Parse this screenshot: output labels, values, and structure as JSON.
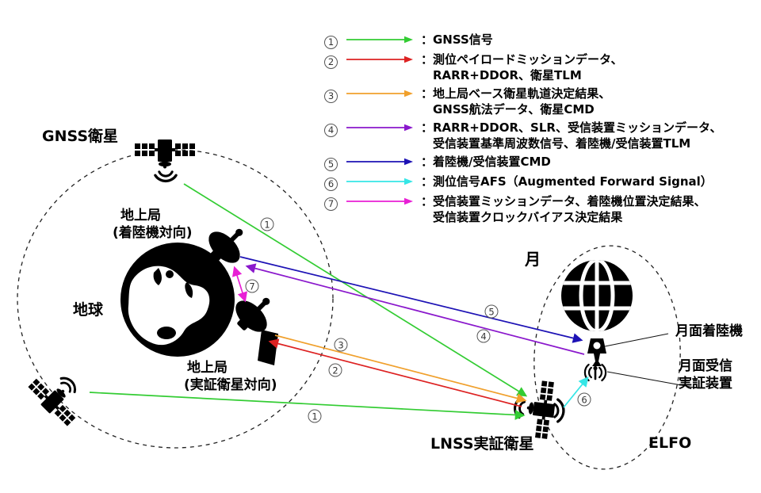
{
  "legend": {
    "items": [
      {
        "num": "1",
        "color": "#33cc33",
        "lines": [
          "：GNSS信号"
        ]
      },
      {
        "num": "2",
        "color": "#dd2222",
        "lines": [
          "：測位ペイロードミッションデータ、",
          "RARR+DDOR、衛星TLM"
        ]
      },
      {
        "num": "3",
        "color": "#f0a02c",
        "lines": [
          "：地上局ベース衛星軌道決定結果、",
          "GNSS航法データ、衛星CMD"
        ]
      },
      {
        "num": "4",
        "color": "#8a18cc",
        "lines": [
          "：RARR+DDOR、SLR、受信装置ミッションデータ、",
          "受信装置基準周波数信号、着陸機/受信装置TLM"
        ]
      },
      {
        "num": "5",
        "color": "#1d12b5",
        "lines": [
          "：着陸機/受信装置CMD"
        ]
      },
      {
        "num": "6",
        "color": "#35e6e6",
        "lines": [
          "：測位信号AFS（Augmented Forward Signal）"
        ]
      },
      {
        "num": "7",
        "color": "#e81fd5",
        "lines": [
          "：受信装置ミッションデータ、着陸機位置決定結果、",
          "受信装置クロックバイアス決定結果"
        ]
      }
    ]
  },
  "labels": {
    "gnss_satellite": "GNSS衛星",
    "ground_station_lander_line1": "地上局",
    "ground_station_lander_line2": "(着陸機対向)",
    "earth": "地球",
    "ground_station_sat_line1": "地上局",
    "ground_station_sat_line2": "(実証衛星対向)",
    "moon": "月",
    "lunar_lander": "月面着陸機",
    "lunar_receiver_line1": "月面受信",
    "lunar_receiver_line2": "実証装置",
    "lnss_satellite": "LNSS実証衛星",
    "elfo": "ELFO"
  },
  "markers": [
    {
      "num": "1"
    },
    {
      "num": "7"
    },
    {
      "num": "5"
    },
    {
      "num": "4"
    },
    {
      "num": "3"
    },
    {
      "num": "2"
    },
    {
      "num": "1"
    },
    {
      "num": "6"
    }
  ],
  "flows": [
    {
      "num": "1",
      "from": "GNSS衛星",
      "to": "LNSS実証衛星",
      "color": "#33cc33"
    },
    {
      "num": "1",
      "from": "GNSS衛星(下)",
      "to": "LNSS実証衛星",
      "color": "#33cc33"
    },
    {
      "num": "2",
      "from": "LNSS実証衛星",
      "to": "地上局(実証衛星対向)",
      "color": "#dd2222"
    },
    {
      "num": "3",
      "from": "地上局(実証衛星対向)",
      "to": "LNSS実証衛星",
      "color": "#f0a02c"
    },
    {
      "num": "4",
      "from": "月面着陸機",
      "to": "地上局(着陸機対向)",
      "color": "#8a18cc"
    },
    {
      "num": "5",
      "from": "地上局(着陸機対向)",
      "to": "月面着陸機",
      "color": "#1d12b5"
    },
    {
      "num": "6",
      "from": "LNSS実証衛星",
      "to": "月面受信実証装置",
      "color": "#35e6e6"
    },
    {
      "num": "7",
      "from": "地上局(着陸機対向)",
      "to": "地上局(実証衛星対向)",
      "color": "#e81fd5",
      "bidirectional": true
    }
  ],
  "icons": {
    "gnss_satellite_icon": "satellite-with-signal-waves",
    "relay_satellite_icon": "satellite-with-signal-waves",
    "lnss_satellite_icon": "satellite-with-signal-waves",
    "earth_icon": "globe-earth",
    "ground_dish_icon": "parabolic-antenna",
    "moon_icon": "wireframe-globe",
    "lander_icon": "lunar-lander",
    "receiver_icon": "radio-beacon"
  }
}
